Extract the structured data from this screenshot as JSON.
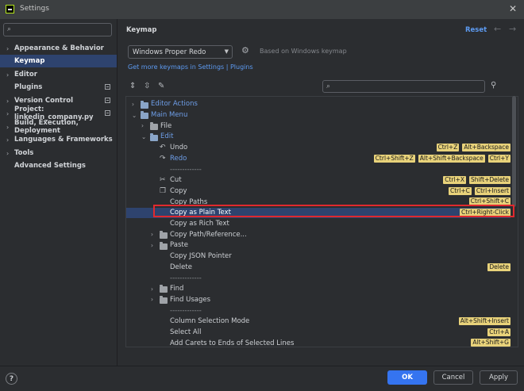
{
  "window": {
    "title": "Settings"
  },
  "sidebar": {
    "search_placeholder": "",
    "items": [
      {
        "label": "Appearance & Behavior",
        "chevron": "›",
        "pin": false
      },
      {
        "label": "Keymap",
        "chevron": "",
        "pin": false
      },
      {
        "label": "Editor",
        "chevron": "›",
        "pin": false
      },
      {
        "label": "Plugins",
        "chevron": "",
        "pin": true
      },
      {
        "label": "Version Control",
        "chevron": "›",
        "pin": true
      },
      {
        "label": "Project: linkedin_company.py",
        "chevron": "›",
        "pin": true
      },
      {
        "label": "Build, Execution, Deployment",
        "chevron": "›",
        "pin": false
      },
      {
        "label": "Languages & Frameworks",
        "chevron": "›",
        "pin": false
      },
      {
        "label": "Tools",
        "chevron": "›",
        "pin": false
      },
      {
        "label": "Advanced Settings",
        "chevron": "",
        "pin": false
      }
    ],
    "help_label": "?"
  },
  "content": {
    "title": "Keymap",
    "reset_label": "Reset",
    "keymap_selected": "Windows Proper Redo",
    "based_on": "Based on Windows keymap",
    "more_keymaps": "Get more keymaps in Settings | Plugins",
    "tree_search_placeholder": ""
  },
  "tree": [
    {
      "label": "Editor Actions",
      "expander": "›",
      "icon": "folder",
      "shortcuts": []
    },
    {
      "label": "Main Menu",
      "expander": "⌄",
      "icon": "folder",
      "shortcuts": []
    },
    {
      "label": "File",
      "expander": "›",
      "icon": "folder-gray",
      "shortcuts": []
    },
    {
      "label": "Edit",
      "expander": "⌄",
      "icon": "folder",
      "shortcuts": []
    },
    {
      "label": "Undo",
      "expander": "",
      "icon": "↶",
      "shortcuts": [
        "Ctrl+Z",
        "Alt+Backspace"
      ]
    },
    {
      "label": "Redo",
      "expander": "",
      "icon": "↷",
      "shortcuts": [
        "Ctrl+Shift+Z",
        "Alt+Shift+Backspace",
        "Ctrl+Y"
      ]
    },
    {
      "label": "-------------",
      "expander": "",
      "icon": "",
      "shortcuts": []
    },
    {
      "label": "Cut",
      "expander": "",
      "icon": "✂",
      "shortcuts": [
        "Ctrl+X",
        "Shift+Delete"
      ]
    },
    {
      "label": "Copy",
      "expander": "",
      "icon": "❐",
      "shortcuts": [
        "Ctrl+C",
        "Ctrl+Insert"
      ]
    },
    {
      "label": "Copy Paths",
      "expander": "",
      "icon": "",
      "shortcuts": [
        "Ctrl+Shift+C"
      ]
    },
    {
      "label": "Copy as Plain Text",
      "expander": "",
      "icon": "",
      "shortcuts": [
        "Ctrl+Right-Click"
      ]
    },
    {
      "label": "Copy as Rich Text",
      "expander": "",
      "icon": "",
      "shortcuts": []
    },
    {
      "label": "Copy Path/Reference...",
      "expander": "›",
      "icon": "folder-gray",
      "shortcuts": []
    },
    {
      "label": "Paste",
      "expander": "›",
      "icon": "folder-gray",
      "shortcuts": []
    },
    {
      "label": "Copy JSON Pointer",
      "expander": "",
      "icon": "",
      "shortcuts": []
    },
    {
      "label": "Delete",
      "expander": "",
      "icon": "",
      "shortcuts": [
        "Delete"
      ]
    },
    {
      "label": "-------------",
      "expander": "",
      "icon": "",
      "shortcuts": []
    },
    {
      "label": "Find",
      "expander": "›",
      "icon": "folder-gray",
      "shortcuts": []
    },
    {
      "label": "Find Usages",
      "expander": "›",
      "icon": "folder-gray",
      "shortcuts": []
    },
    {
      "label": "-------------",
      "expander": "",
      "icon": "",
      "shortcuts": []
    },
    {
      "label": "Column Selection Mode",
      "expander": "",
      "icon": "",
      "shortcuts": [
        "Alt+Shift+Insert"
      ]
    },
    {
      "label": "Select All",
      "expander": "",
      "icon": "",
      "shortcuts": [
        "Ctrl+A"
      ]
    },
    {
      "label": "Add Carets to Ends of Selected Lines",
      "expander": "",
      "icon": "",
      "shortcuts": [
        "Alt+Shift+G"
      ]
    }
  ],
  "footer": {
    "ok_label": "OK",
    "cancel_label": "Cancel",
    "apply_label": "Apply"
  },
  "colors": {
    "accent": "#3574f0",
    "link": "#5d9bf2",
    "selection": "#2e436e",
    "shortcut_badge": "#e8d27a",
    "highlight_box": "#e0292e"
  }
}
